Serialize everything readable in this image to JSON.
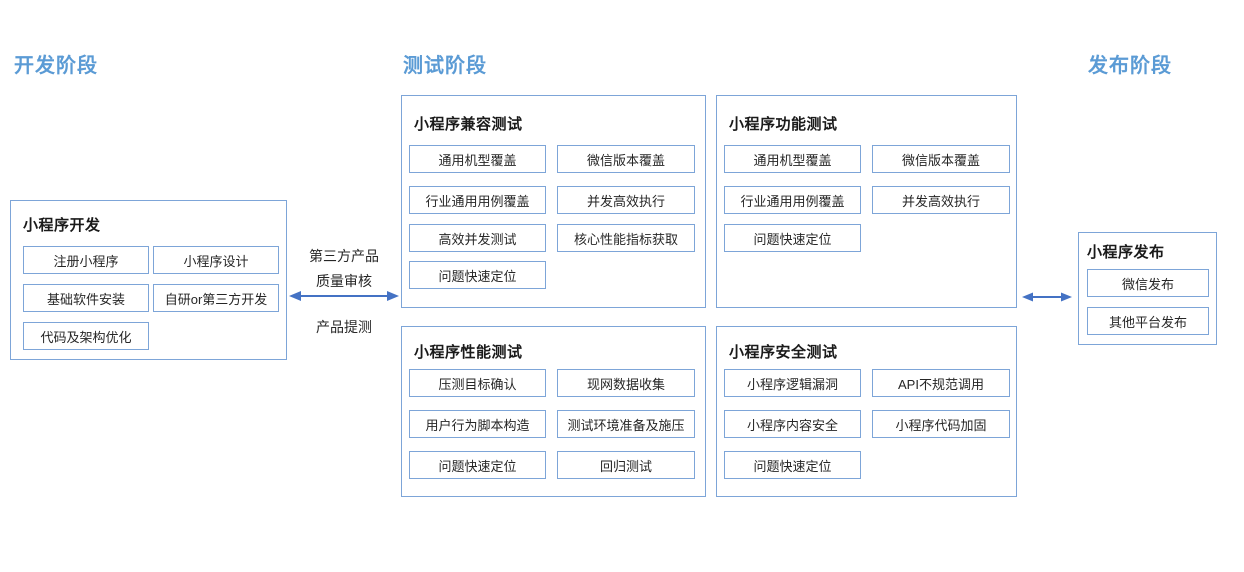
{
  "colors": {
    "phase_heading": "#5b9bd5",
    "box_border": "#7da5d8",
    "arrow": "#4472c4",
    "text": "#262626"
  },
  "phases": {
    "development": "开发阶段",
    "testing": "测试阶段",
    "release": "发布阶段"
  },
  "development": {
    "title": "小程序开发",
    "items": [
      "注册小程序",
      "小程序设计",
      "基础软件安装",
      "自研or第三方开发",
      "代码及架构优化"
    ]
  },
  "connector": {
    "top_line1": "第三方产品",
    "top_line2": "质量审核",
    "bottom_line": "产品提测"
  },
  "testing": {
    "compatibility": {
      "title": "小程序兼容测试",
      "items": [
        "通用机型覆盖",
        "微信版本覆盖",
        "行业通用用例覆盖",
        "并发高效执行",
        "高效并发测试",
        "核心性能指标获取",
        "问题快速定位"
      ]
    },
    "functional": {
      "title": "小程序功能测试",
      "items": [
        "通用机型覆盖",
        "微信版本覆盖",
        "行业通用用例覆盖",
        "并发高效执行",
        "问题快速定位"
      ]
    },
    "performance": {
      "title": "小程序性能测试",
      "items": [
        "压测目标确认",
        "现网数据收集",
        "用户行为脚本构造",
        "测试环境准备及施压",
        "问题快速定位",
        "回归测试"
      ]
    },
    "security": {
      "title": "小程序安全测试",
      "items": [
        "小程序逻辑漏洞",
        "API不规范调用",
        "小程序内容安全",
        "小程序代码加固",
        "问题快速定位"
      ]
    }
  },
  "release": {
    "title": "小程序发布",
    "items": [
      "微信发布",
      "其他平台发布"
    ]
  }
}
